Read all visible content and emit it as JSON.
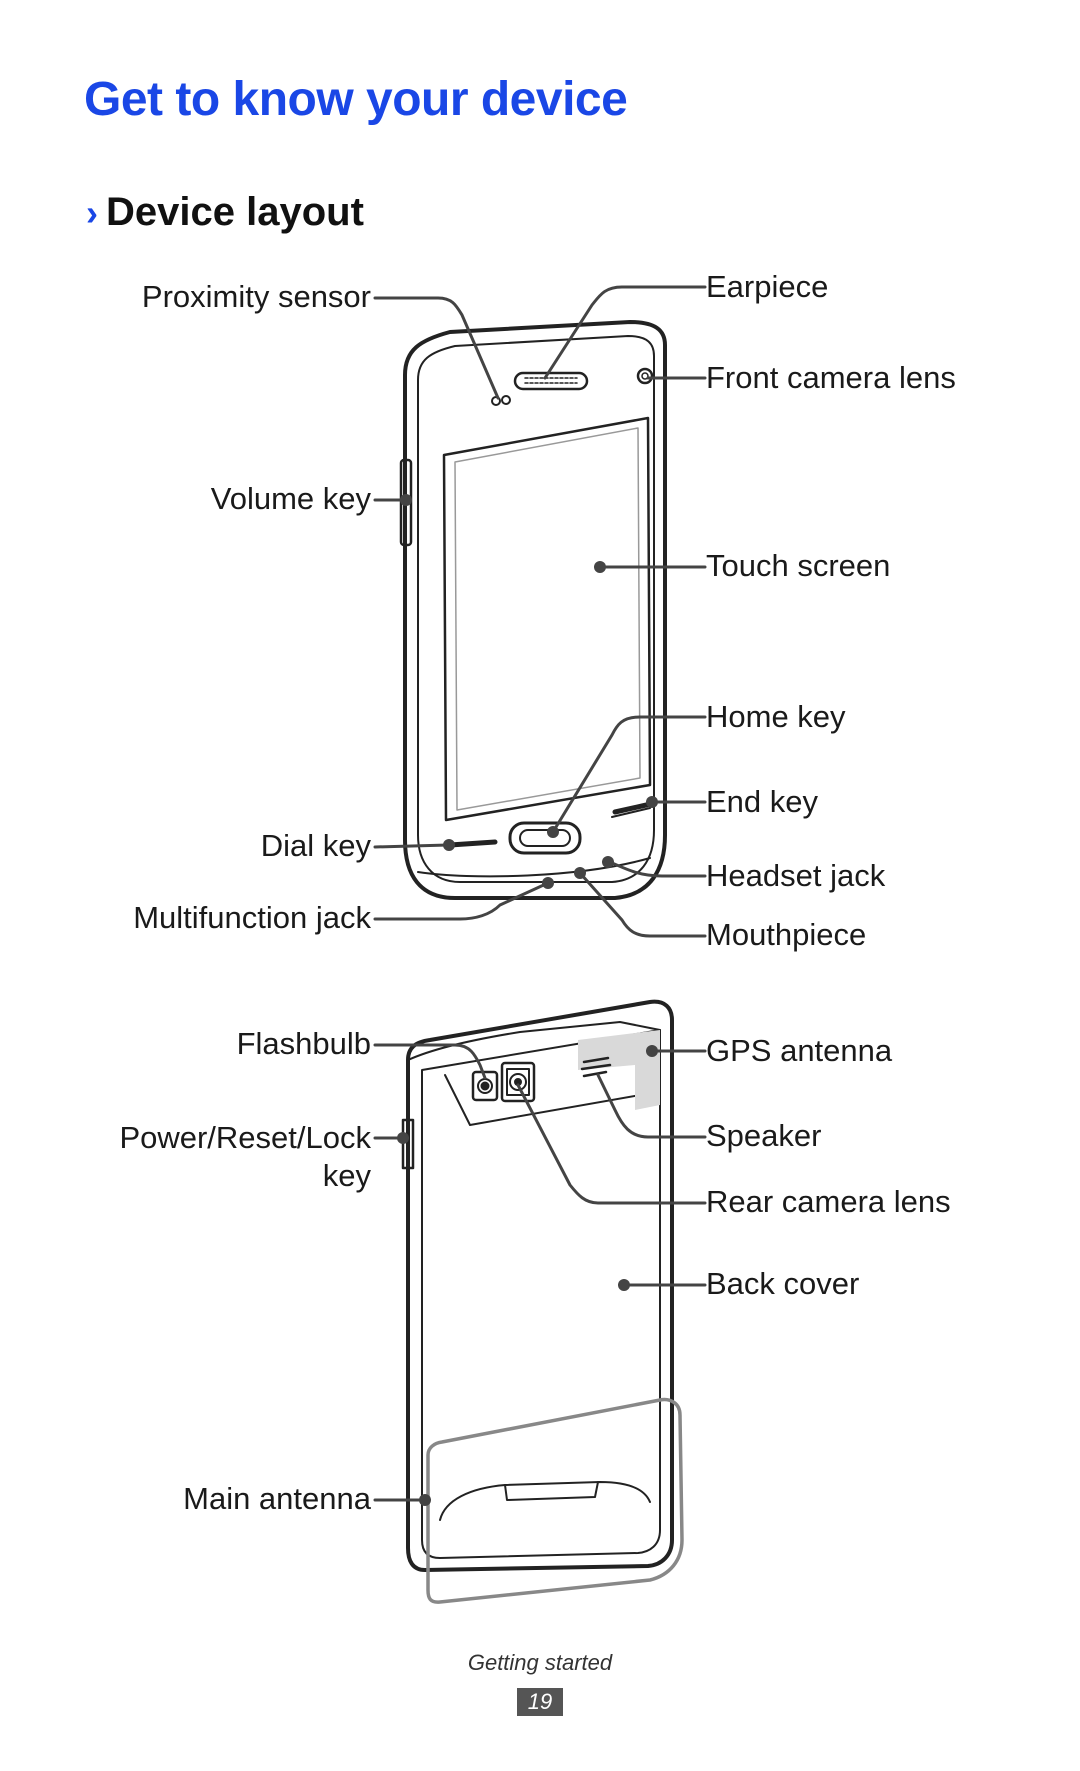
{
  "title": "Get to know your device",
  "section": {
    "chevron": "›",
    "heading": "Device layout"
  },
  "front_labels": {
    "proximity_sensor": "Proximity sensor",
    "earpiece": "Earpiece",
    "front_camera_lens": "Front camera lens",
    "volume_key": "Volume key",
    "touch_screen": "Touch screen",
    "home_key": "Home key",
    "end_key": "End key",
    "dial_key": "Dial key",
    "headset_jack": "Headset jack",
    "multifunction_jack": "Multifunction jack",
    "mouthpiece": "Mouthpiece"
  },
  "rear_labels": {
    "flashbulb": "Flashbulb",
    "gps_antenna": "GPS antenna",
    "power_reset_lock_line1": "Power/Reset/Lock",
    "power_reset_lock_line2": "key",
    "speaker": "Speaker",
    "rear_camera_lens": "Rear camera lens",
    "back_cover": "Back cover",
    "main_antenna": "Main antenna"
  },
  "footer": {
    "section_name": "Getting started",
    "page_number": "19"
  }
}
